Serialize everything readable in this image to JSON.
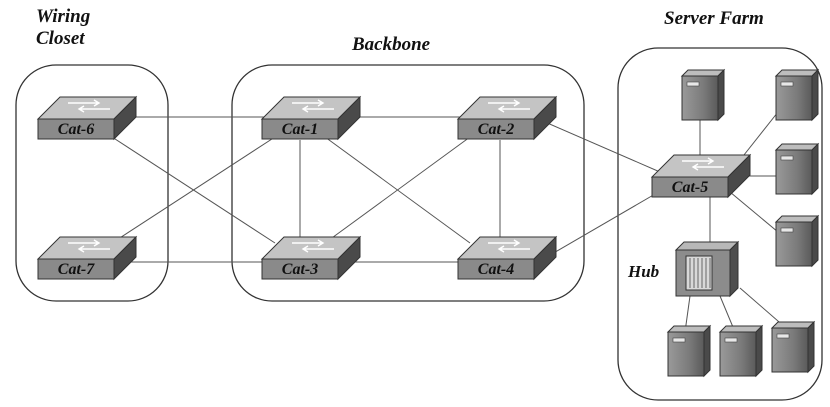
{
  "groups": {
    "wiring_closet": {
      "title_line1": "Wiring",
      "title_line2": "Closet"
    },
    "backbone": {
      "title": "Backbone"
    },
    "server_farm": {
      "title": "Server Farm"
    }
  },
  "hub": {
    "label": "Hub"
  },
  "switches": [
    {
      "id": "cat6",
      "label": "Cat-6"
    },
    {
      "id": "cat7",
      "label": "Cat-7"
    },
    {
      "id": "cat1",
      "label": "Cat-1"
    },
    {
      "id": "cat2",
      "label": "Cat-2"
    },
    {
      "id": "cat3",
      "label": "Cat-3"
    },
    {
      "id": "cat4",
      "label": "Cat-4"
    },
    {
      "id": "cat5",
      "label": "Cat-5"
    }
  ],
  "links": [
    [
      "cat6",
      "cat1"
    ],
    [
      "cat6",
      "cat3"
    ],
    [
      "cat7",
      "cat1"
    ],
    [
      "cat7",
      "cat3"
    ],
    [
      "cat1",
      "cat2"
    ],
    [
      "cat1",
      "cat3"
    ],
    [
      "cat1",
      "cat4"
    ],
    [
      "cat2",
      "cat3"
    ],
    [
      "cat2",
      "cat4"
    ],
    [
      "cat3",
      "cat4"
    ],
    [
      "cat2",
      "cat5"
    ],
    [
      "cat4",
      "cat5"
    ],
    [
      "cat5",
      "hub"
    ]
  ],
  "colors": {
    "switch_top": "#c4c4c4",
    "switch_front": "#8a8a8a",
    "switch_side": "#4a4a4a",
    "server_body": "#7a7a7a",
    "line": "#555555",
    "group_border": "#333333"
  }
}
